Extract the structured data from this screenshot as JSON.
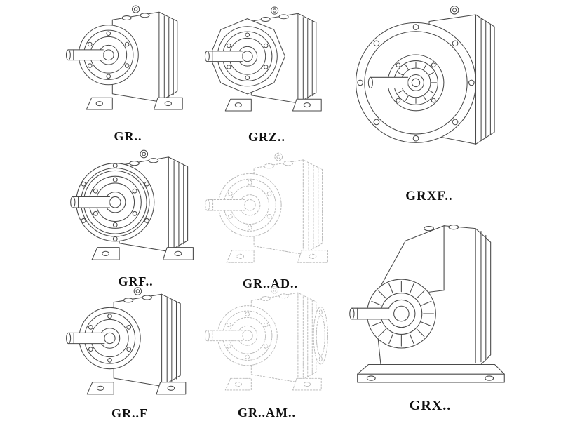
{
  "page": {
    "background": "#ffffff",
    "line_color": "#4a4a4a",
    "ghost_line_color": "#b7b7b7",
    "label_color": "#101010"
  },
  "figures": [
    {
      "id": "gr",
      "label": "GR..",
      "line_style": "solid",
      "depicts": "helical gear reducer, foot mounted"
    },
    {
      "id": "grz",
      "label": "GRZ..",
      "line_style": "solid",
      "depicts": "helical gear reducer with bezel face, foot mounted"
    },
    {
      "id": "grxf",
      "label": "GRXF..",
      "line_style": "solid",
      "depicts": "helical gear reducer, large output flange front view"
    },
    {
      "id": "grf",
      "label": "GRF..",
      "line_style": "solid",
      "depicts": "helical gear reducer with input flange and feet"
    },
    {
      "id": "grad",
      "label": "GR..AD..",
      "line_style": "dashed",
      "depicts": "helical gear reducer with adapter, phantom outline"
    },
    {
      "id": "grff",
      "label": "GR..F",
      "line_style": "solid",
      "depicts": "helical gear reducer, foot mounted"
    },
    {
      "id": "gram",
      "label": "GR..AM..",
      "line_style": "dashed",
      "depicts": "helical gear reducer with motor flange, phantom outline"
    },
    {
      "id": "grx",
      "label": "GRX..",
      "line_style": "solid",
      "depicts": "large helical gear reducer with finned shaft boss, foot mounted"
    }
  ]
}
